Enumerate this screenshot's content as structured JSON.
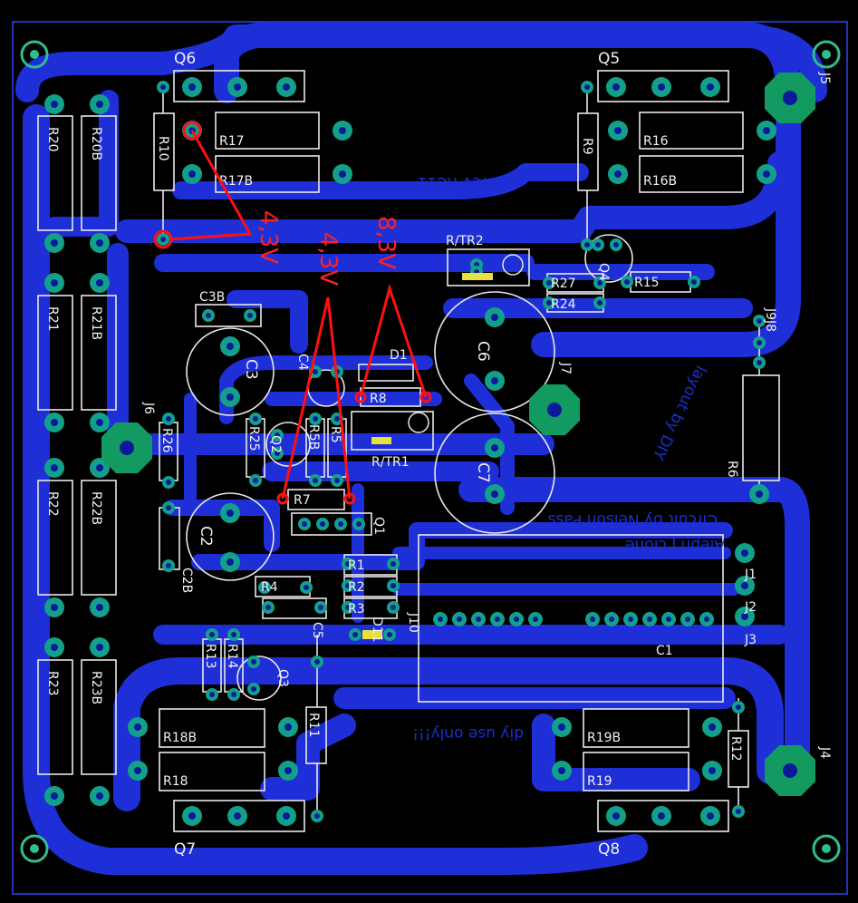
{
  "board": {
    "outline_color": "#2a46ff",
    "copper_color": "#1f2fd8",
    "pad_color": "#13a08a",
    "silk_color": "#f0f0f0",
    "annotation_color": "#ff1010"
  },
  "mirrored_text": {
    "rev": "pcb rev RC11",
    "credit": "Circuit by Nelson Pass",
    "clone": "Aleph J clone",
    "layout": "layout by DIY",
    "diy": "diy use only!!!"
  },
  "labels": {
    "Q6": "Q6",
    "Q5": "Q5",
    "Q7": "Q7",
    "Q8": "Q8",
    "R20": "R20",
    "R20B": "R20B",
    "R21": "R21",
    "R21B": "R21B",
    "R22": "R22",
    "R22B": "R22B",
    "R23": "R23",
    "R23B": "R23B",
    "R10": "R10",
    "R17": "R17",
    "R17B": "R17B",
    "R9": "R9",
    "R16": "R16",
    "R16B": "R16B",
    "RTR2": "R/TR2",
    "R27": "R27",
    "R24": "R24",
    "R15": "R15",
    "Q4": "Q4",
    "J9J8": "J9J8",
    "C3B": "C3B",
    "C3": "C3",
    "C4": "C4",
    "D1": "D1",
    "R8": "R8",
    "C6": "C6",
    "J7": "J7",
    "J6": "J6",
    "R26": "R26",
    "R25": "R25",
    "Q2": "Q2",
    "R5B": "R5B",
    "R5": "R5",
    "RTR1": "R/TR1",
    "C7": "C7",
    "R6": "R6",
    "R7": "R7",
    "Q1": "Q1",
    "C2": "C2",
    "C2B": "C2B",
    "R4": "R4",
    "C5": "C5",
    "R1": "R1",
    "R2": "R2",
    "R3": "R3",
    "D11": "D11",
    "J10": "J10",
    "J1": "J1",
    "J2": "J2",
    "J3": "J3",
    "C1": "C1",
    "R13": "R13",
    "R14": "R14",
    "Q3": "Q3",
    "R11": "R11",
    "R18B": "R18B",
    "R18": "R18",
    "R19B": "R19B",
    "R19": "R19",
    "R12": "R12",
    "J4": "J4",
    "J5": "J5"
  },
  "annotations": {
    "v1": "4,3V",
    "v2": "4,3V",
    "v3": "8,3V"
  }
}
